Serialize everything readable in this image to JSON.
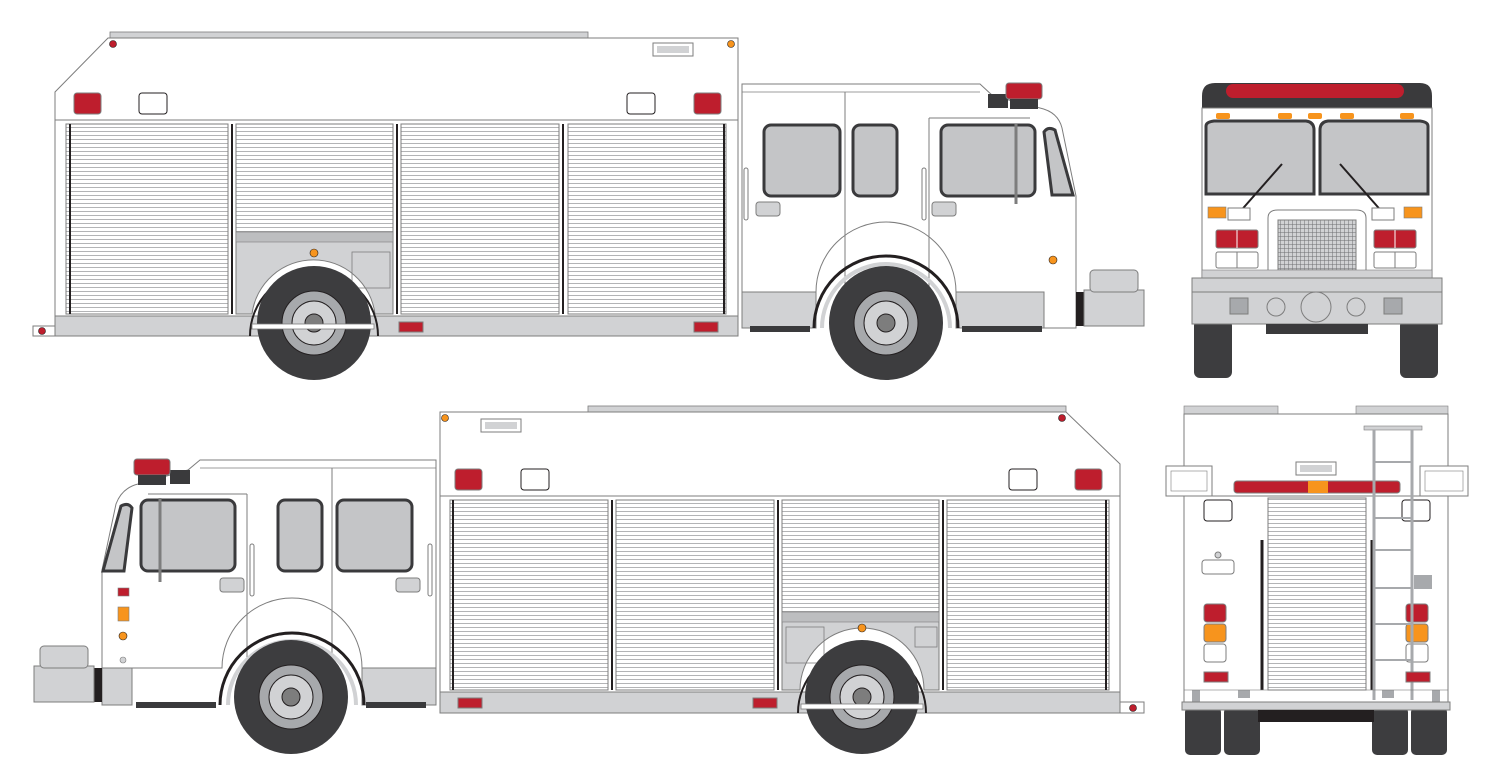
{
  "colors": {
    "body": "#ffffff",
    "outline": "#7d7d7d",
    "panel": "#d1d2d4",
    "panel_dark": "#bdbec0",
    "glass": "#c4c5c7",
    "glass_frame": "#3a3a3c",
    "light_red": "#be1e2d",
    "light_amber": "#f7941d",
    "tire": "#3d3d3f",
    "rim": "#a7a9ac",
    "shutter_line": "#b3b4b6",
    "black": "#231f20"
  },
  "views": [
    {
      "name": "side-view-left",
      "label": ""
    },
    {
      "name": "side-view-right",
      "label": ""
    },
    {
      "name": "front-view",
      "label": ""
    },
    {
      "name": "rear-view",
      "label": ""
    }
  ]
}
